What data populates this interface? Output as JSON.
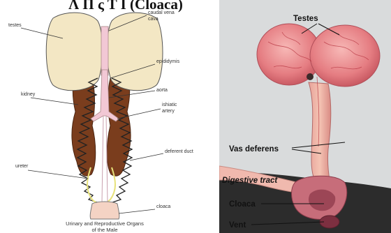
{
  "header": {
    "partial_title": "Λ Π ς Τ Ι (Cloaca)"
  },
  "diagram": {
    "labels": {
      "testes": "testes",
      "caudal_vena_cava_1": "caudal vena",
      "caudal_vena_cava_2": "cava",
      "epididymis": "epididymis",
      "kidney": "kidney",
      "aorta": "aorta",
      "ishiatic_artery_1": "ishiatic",
      "ishiatic_artery_2": "artery",
      "deferent_duct": "deferent duct",
      "ureter": "ureter",
      "cloaca": "cloaca"
    },
    "caption_line1": "Urinary and Reproductive Organs",
    "caption_line2": "of the Male"
  },
  "photo": {
    "labels": {
      "testes": "Testes",
      "vas_deferens": "Vas deferens",
      "digestive_tract": "Digestive tract",
      "cloaca": "Cloaca",
      "vent": "Vent"
    }
  },
  "colors": {
    "testis_fill": "#f3e7c4",
    "kidney_fill": "#7a3d1d",
    "vessel_fill": "#f2c8d5",
    "photo_background": "#d9dbdc"
  }
}
